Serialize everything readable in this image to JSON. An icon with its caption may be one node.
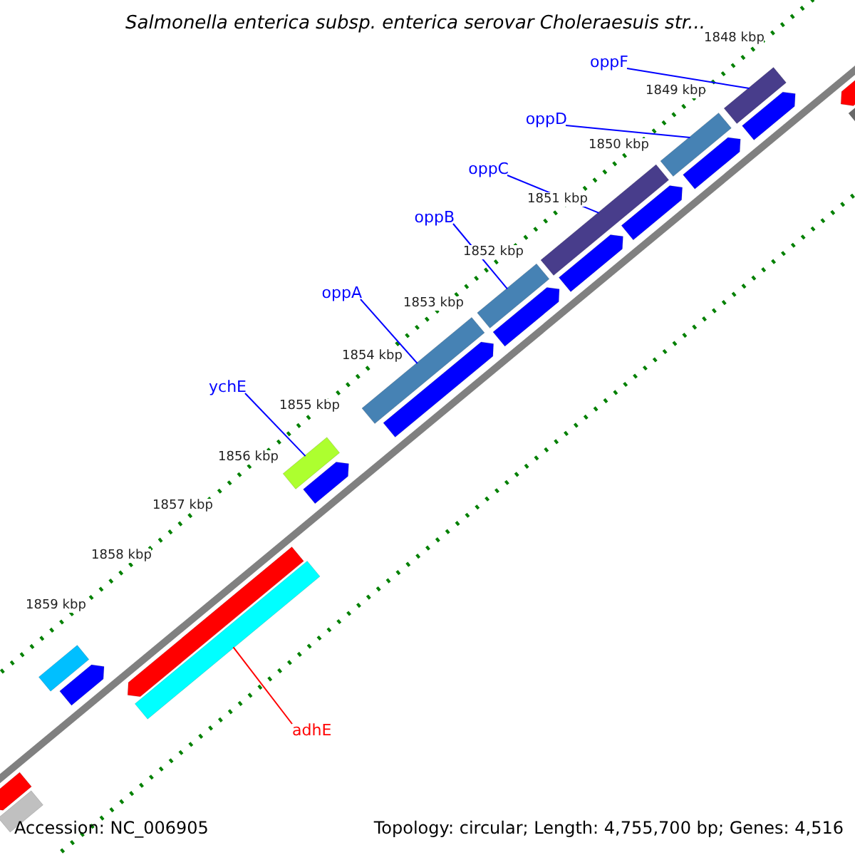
{
  "diagram": {
    "title": "Salmonella enterica subsp. enterica serovar Choleraesuis str...",
    "nodes": [
      {
        "text": [
          "oppF"
        ]
      },
      {
        "text": [],
        "shape": "bar"
      },
      {
        "text": [
          "oppD"
        ]
      },
      {
        "text": [],
        "shape": "bar"
      },
      {
        "text": [
          "oppC"
        ]
      },
      {
        "text": [],
        "shape": "bar"
      },
      {
        "text": [
          "oppB"
        ]
      },
      {
        "text": [],
        "shape": "bar"
      },
      {
        "text": [
          "oppA"
        ]
      },
      {
        "text": [],
        "shape": "bar"
      },
      {
        "text": [
          "ychE"
        ]
      },
      {
        "text": [],
        "shape": "bar"
      },
      {
        "text": [],
        "shape": "bar"
      },
      {
        "text": [
          "adhE"
        ]
      }
    ],
    "edges": [
      {
        "from": 0,
        "to": 1,
        "arrow": "none"
      },
      {
        "from": 2,
        "to": 3,
        "arrow": "none"
      },
      {
        "from": 4,
        "to": 5,
        "arrow": "none"
      },
      {
        "from": 6,
        "to": 7,
        "arrow": "none"
      },
      {
        "from": 8,
        "to": 9,
        "arrow": "none"
      },
      {
        "from": 10,
        "to": 11,
        "arrow": "none"
      },
      {
        "from": 13,
        "to": 12,
        "arrow": "none",
        "color": "#ff0000"
      }
    ],
    "labels": [
      "1848 kbp",
      "1849 kbp",
      "1850 kbp",
      "1851 kbp",
      "1852 kbp",
      "1853 kbp",
      "1854 kbp",
      "1855 kbp",
      "1856 kbp",
      "1857 kbp",
      "1858 kbp",
      "1859 kbp",
      "Accession: NC_006905",
      "Topology: circular; Length: 4,755,700 bp; Genes: 4,516"
    ]
  }
}
